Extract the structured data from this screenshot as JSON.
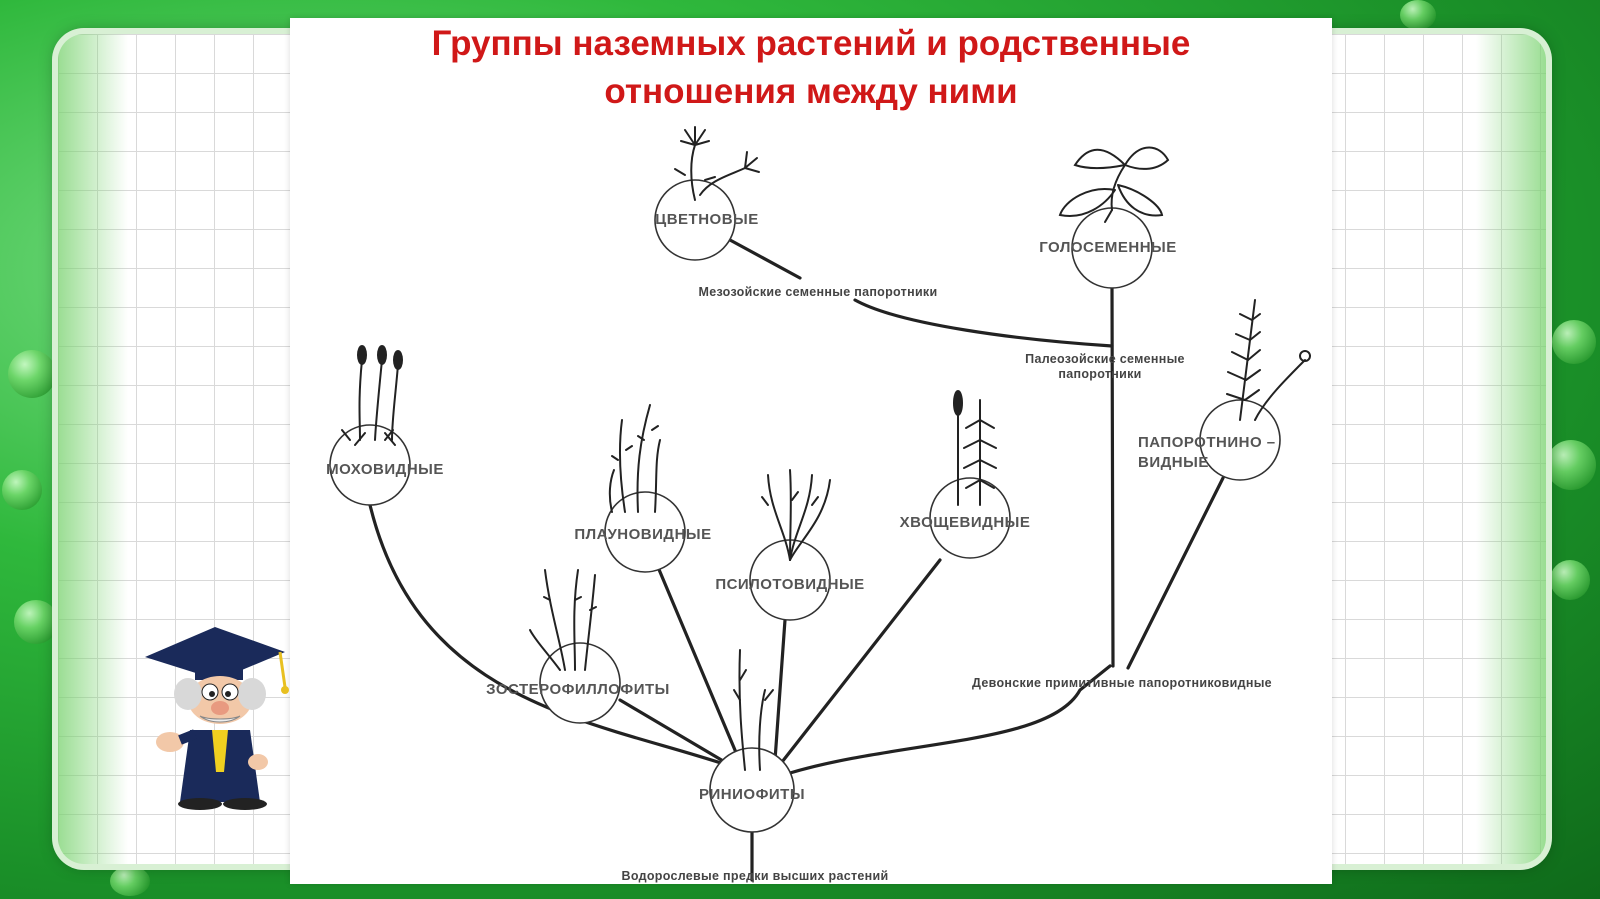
{
  "title": {
    "line1": "Группы наземных растений и родственные",
    "line2": "отношения между ними"
  },
  "nodes": {
    "flowering": "ЦВЕТНОВЫЕ",
    "gymnosperms": "ГОЛОСЕМЕННЫЕ",
    "mosses": "МОХОВИДНЫЕ",
    "lycopods": "ПЛАУНОВИДНЫЕ",
    "psilotum": "ПСИЛОТОВИДНЫЕ",
    "horsetails": "ХВОЩЕВИДНЫЕ",
    "ferns_line1": "ПАПОРОТНИНО –",
    "ferns_line2": "ВИДНЫЕ",
    "zosterophyllophytes": "ЗОСТЕРОФИЛЛОФИТЫ",
    "rhyniophytes": "РИНИОФИТЫ"
  },
  "edge_labels": {
    "mesozoic_seed_ferns": "Мезозойские семенные папоротники",
    "paleozoic_seed_ferns_line1": "Палеозойские семенные",
    "paleozoic_seed_ferns_line2": "папоротники",
    "devonian_primitive_ferns": "Девонские примитивные папоротниковидные",
    "algal_ancestors": "Водорослевые предки высших растений"
  },
  "icons": [
    "flower-icon",
    "ginkgo-leaf-icon",
    "moss-icon",
    "lycopod-icon",
    "psilotum-icon",
    "horsetail-icon",
    "fern-frond-icon",
    "zosterophyll-icon",
    "rhynia-icon",
    "professor-mascot-icon"
  ],
  "colors": {
    "title": "#d01818",
    "background_green": "#2fb83c",
    "line": "#222222"
  }
}
